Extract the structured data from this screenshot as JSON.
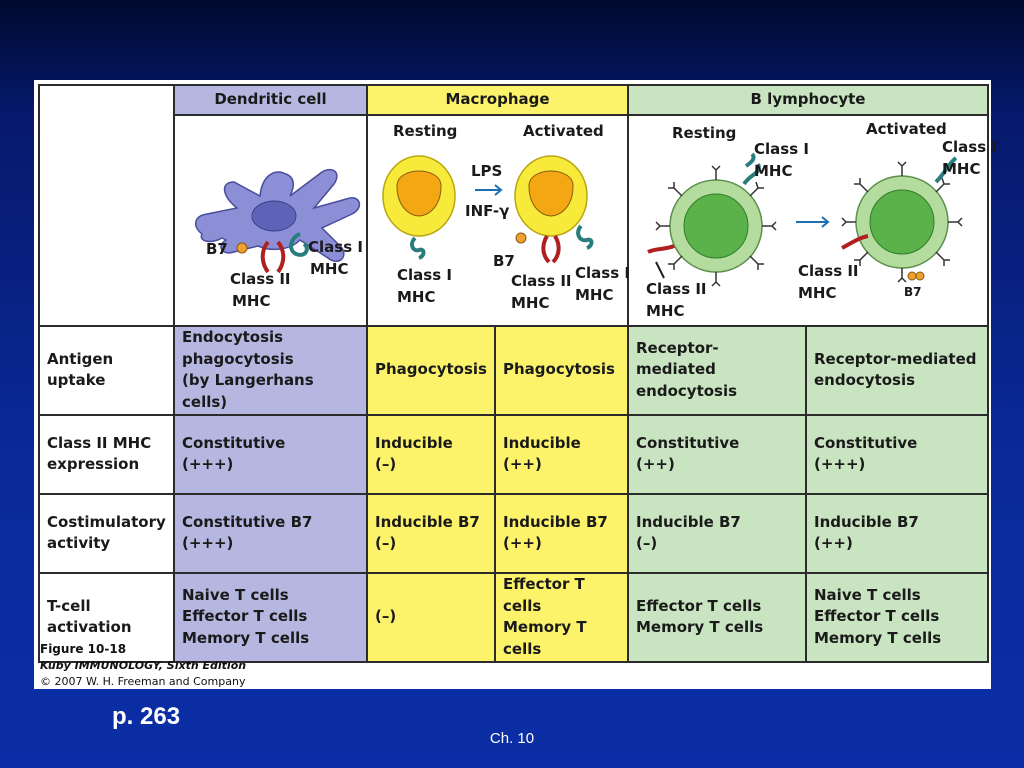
{
  "columns": {
    "dendritic": "Dendritic cell",
    "macrophage": "Macrophage",
    "b_lymphocyte": "B lymphocyte"
  },
  "illustration_labels": {
    "resting": "Resting",
    "activated": "Activated",
    "lps": "LPS",
    "inf_gamma": "INF-γ",
    "b7": "B7",
    "class_i": "Class I",
    "class_ii": "Class II",
    "mhc": "MHC"
  },
  "rows": [
    {
      "label": [
        "Antigen",
        "uptake"
      ],
      "dendritic": [
        "Endocytosis",
        "phagocytosis",
        "(by Langerhans cells)"
      ],
      "macrophage_resting": [
        "Phagocytosis"
      ],
      "macrophage_activated": [
        "Phagocytosis"
      ],
      "b_resting": [
        "Receptor-mediated",
        "endocytosis"
      ],
      "b_activated": [
        "Receptor-mediated",
        "endocytosis"
      ]
    },
    {
      "label": [
        "Class II MHC",
        "expression"
      ],
      "dendritic": [
        "Constitutive",
        "(+++)"
      ],
      "macrophage_resting": [
        "Inducible",
        "(–)"
      ],
      "macrophage_activated": [
        "Inducible",
        "(++)"
      ],
      "b_resting": [
        "Constitutive",
        "(++)"
      ],
      "b_activated": [
        "Constitutive",
        "(+++)"
      ]
    },
    {
      "label": [
        "Costimulatory",
        "activity"
      ],
      "dendritic": [
        "Constitutive B7",
        "(+++)"
      ],
      "macrophage_resting": [
        "Inducible B7",
        "(–)"
      ],
      "macrophage_activated": [
        "Inducible B7",
        "(++)"
      ],
      "b_resting": [
        "Inducible B7",
        "(–)"
      ],
      "b_activated": [
        "Inducible B7",
        "(++)"
      ]
    },
    {
      "label": [
        "T-cell",
        "activation"
      ],
      "dendritic": [
        "Naive T cells",
        "Effector T cells",
        "Memory T cells"
      ],
      "macrophage_resting": [
        "(–)"
      ],
      "macrophage_activated": [
        "Effector T cells",
        "Memory T cells"
      ],
      "b_resting": [
        "Effector T cells",
        "Memory T cells"
      ],
      "b_activated": [
        "Naive T cells",
        "Effector T cells",
        "Memory T cells"
      ]
    }
  ],
  "caption": {
    "figure": "Figure 10-18",
    "book": "Kuby IMMUNOLOGY, Sixth Edition",
    "copyright": "© 2007 W. H. Freeman and Company"
  },
  "slide": {
    "page_ref": "p. 263",
    "chapter": "Ch. 10"
  },
  "colors": {
    "dendritic": "#b6b7e0",
    "macrophage": "#fdf36b",
    "b_lymphocyte": "#c9e4c1",
    "background": "#0a2a9a"
  }
}
